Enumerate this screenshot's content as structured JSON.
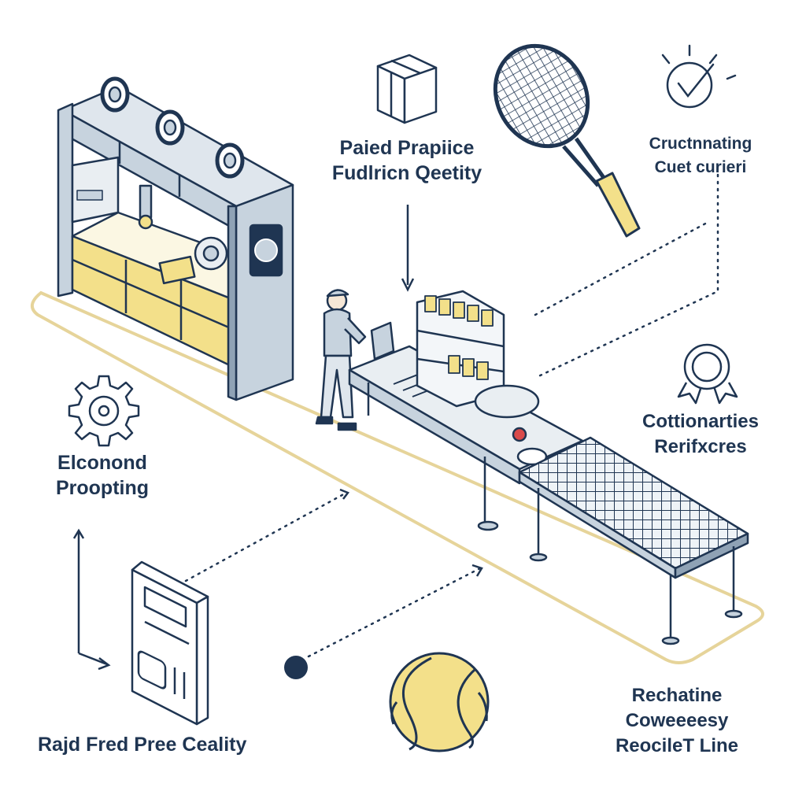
{
  "labels": {
    "top_center": [
      "Paied Prapiice",
      "Fudlricn Qeetity"
    ],
    "top_right": [
      "Cructnnating",
      "Cuet curieri"
    ],
    "mid_right": [
      "Cottionarties",
      "Rerifxcres"
    ],
    "mid_left": [
      "Elconond",
      "Proopting"
    ],
    "bottom_left": [
      "Rajd Fred Pree Ceality"
    ],
    "bottom_right": [
      "Rechatine",
      "Coweeeesy",
      "ReocileT Line"
    ]
  },
  "icons": [
    "box-icon",
    "tennis-racket-icon",
    "check-badge-icon",
    "award-ribbon-icon",
    "gear-icon",
    "document-form-icon",
    "tennis-ball-icon",
    "target-dot-icon"
  ],
  "colors": {
    "navy": "#1f3552",
    "steel": "#c7d3de",
    "steel_dark": "#8fa2b5",
    "yellow": "#f3e08a",
    "track": "#e6d49a"
  }
}
